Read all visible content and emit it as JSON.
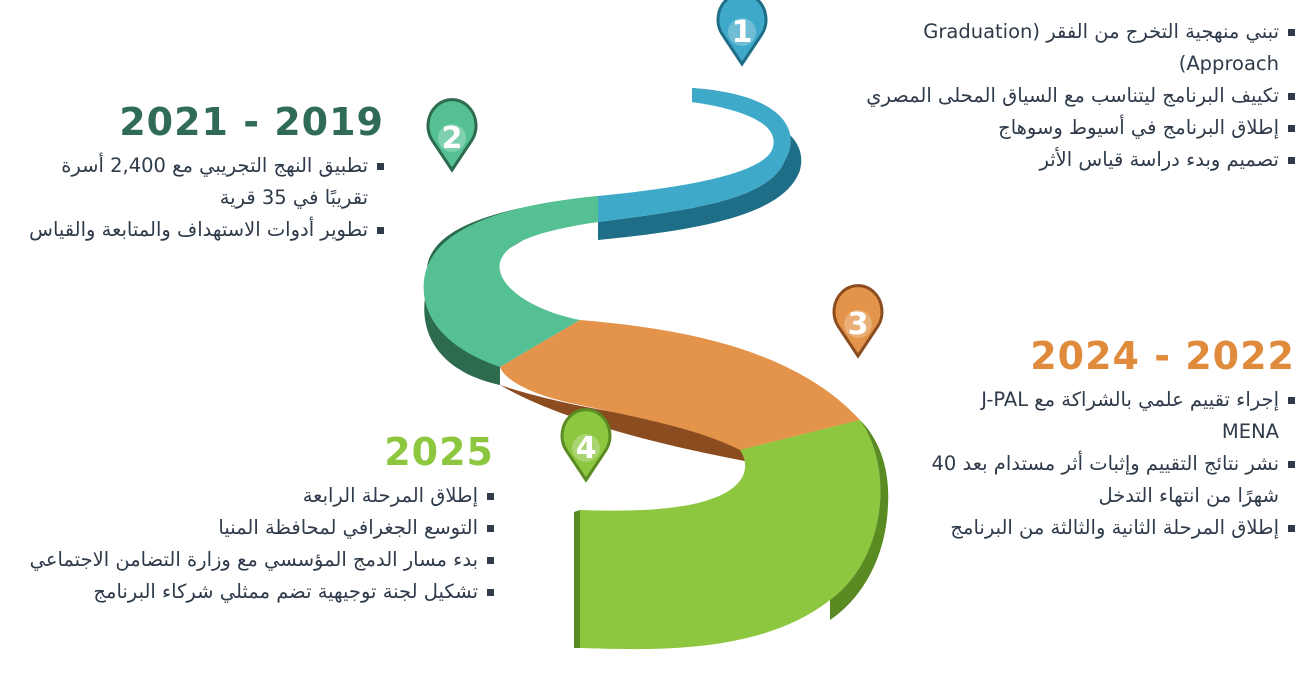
{
  "colors": {
    "stage1": "#3fa9c9",
    "stage2": "#55c094",
    "stage3": "#e3944a",
    "stage4": "#8dc63f",
    "heading2021": "#2f6b57",
    "heading2024": "#e08a3c",
    "heading2025": "#8dc63f",
    "text": "#2f3b4a"
  },
  "pins": [
    {
      "number": "1",
      "color": "#3fa9c9"
    },
    {
      "number": "2",
      "color": "#55c094"
    },
    {
      "number": "3",
      "color": "#e3944a"
    },
    {
      "number": "4",
      "color": "#8dc63f"
    }
  ],
  "stages": [
    {
      "id": "stage1",
      "heading": "",
      "items": [
        "تبني منهجية التخرج من الفقر (Graduation Approach)",
        "تكييف البرنامج ليتناسب مع السياق المحلى المصري",
        "إطلاق البرنامج في أسيوط وسوهاج",
        "تصميم وبدء دراسة قياس الأثر"
      ]
    },
    {
      "id": "stage2",
      "heading": "2021 - 2019",
      "items": [
        "تطبيق النهج التجريبي مع 2,400 أسرة تقريبًا في 35 قرية",
        "تطوير أدوات الاستهداف والمتابعة والقياس"
      ]
    },
    {
      "id": "stage3",
      "heading": "2024 - 2022",
      "items": [
        "إجراء تقييم علمي بالشراكة مع J-PAL MENA",
        "نشر نتائج التقييم وإثبات أثر مستدام بعد 40 شهرًا من انتهاء التدخل",
        "إطلاق المرحلة الثانية والثالثة من البرنامج"
      ]
    },
    {
      "id": "stage4",
      "heading": "2025",
      "items": [
        "إطلاق المرحلة الرابعة",
        "التوسع الجغرافي لمحافظة المنيا",
        "بدء مسار الدمج المؤسسي مع وزارة التضامن الاجتماعي",
        "تشكيل لجنة توجيهية تضم ممثلي شركاء البرنامج"
      ]
    }
  ]
}
